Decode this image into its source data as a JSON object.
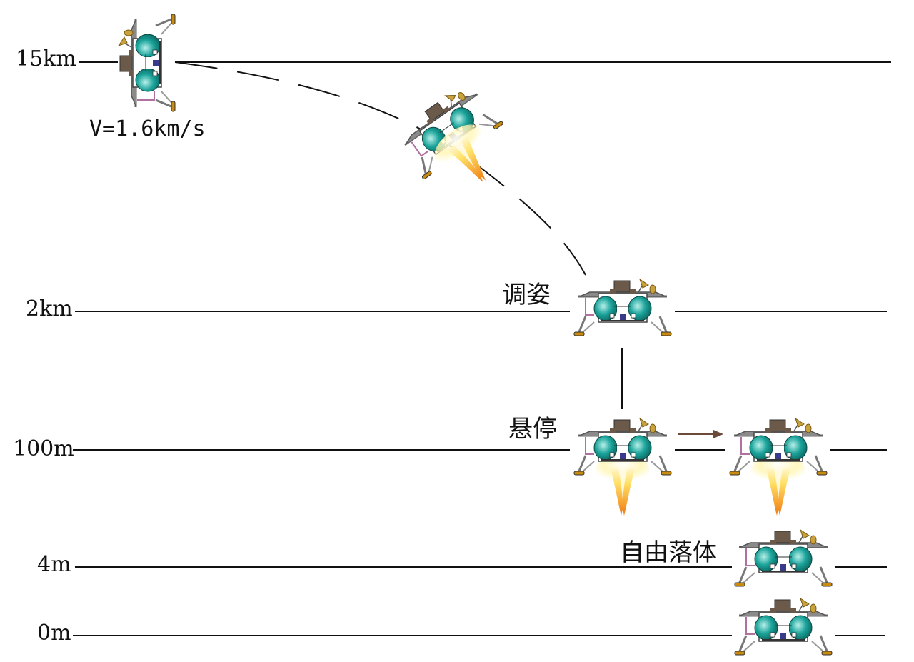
{
  "altitudes": {
    "a15km": "15km",
    "a2km": "2km",
    "a100m": "100m",
    "a4m": "4m",
    "a0m": "0m"
  },
  "speed_label": "V=1.6km/s",
  "phases": {
    "attitude_adjust": "调姿",
    "hover": "悬停",
    "free_fall": "自由落体"
  },
  "colors": {
    "line": "#111111",
    "lander_tank": "#1aa39a",
    "lander_brown": "#6b5a4a",
    "flame_outer": "#fff3a0",
    "flame_inner": "#f0891a",
    "arrow": "#6b4a3a"
  }
}
